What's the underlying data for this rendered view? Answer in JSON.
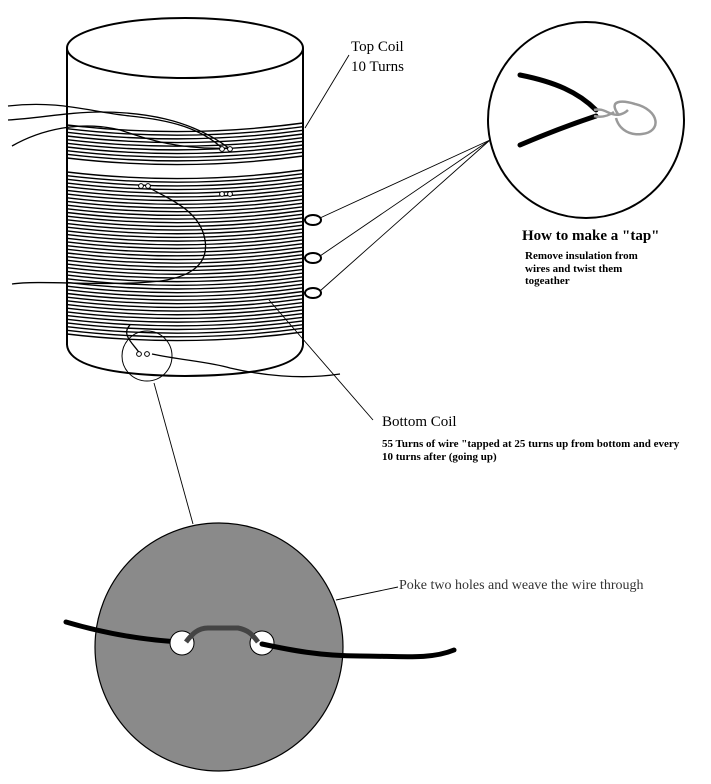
{
  "labels": {
    "top_coil_title": "Top Coil",
    "top_coil_turns": "10 Turns",
    "tap_title": "How to make a \"tap\"",
    "tap_desc": "Remove insulation from wires and twist them togeather",
    "bottom_coil_title": "Bottom Coil",
    "bottom_coil_desc": "55 Turns of wire \"tapped at 25 turns up from bottom and every 10 turns after (going up)",
    "holes_caption": "Poke two holes and weave the wire through"
  },
  "colors": {
    "ink": "#000000",
    "disc_fill": "#8a8a8a",
    "bare_wire": "#9a9a9a",
    "woven_wire": "#444444"
  }
}
